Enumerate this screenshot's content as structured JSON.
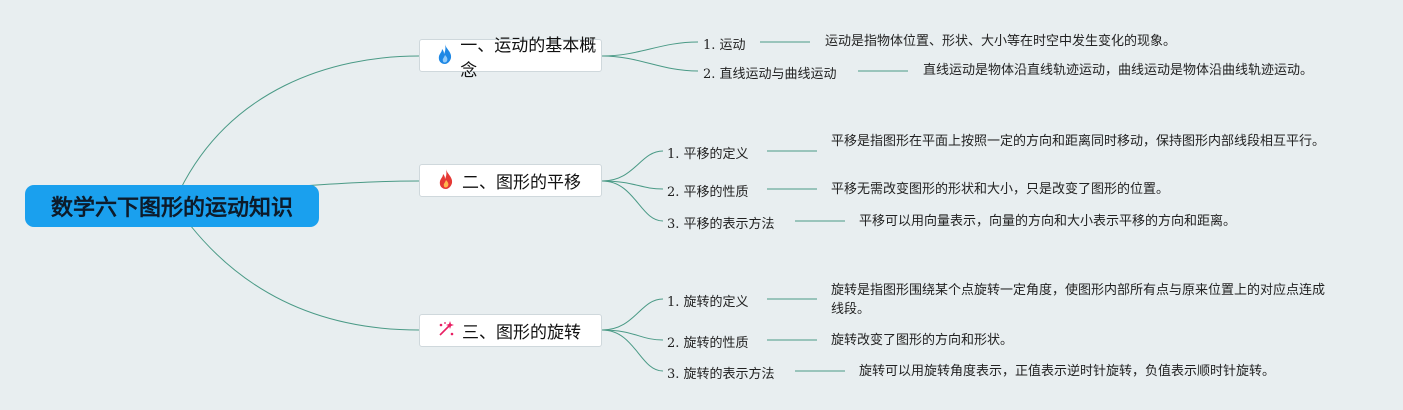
{
  "root": {
    "label": "数学六下图形的运动知识"
  },
  "branches": [
    {
      "icon": "blue-flame-icon",
      "label": "一、运动的基本概念",
      "items": [
        {
          "label": "1. 运动",
          "desc": "运动是指物体位置、形状、大小等在时空中发生变化的现象。"
        },
        {
          "label": "2. 直线运动与曲线运动",
          "desc": "直线运动是物体沿直线轨迹运动，曲线运动是物体沿曲线轨迹运动。"
        }
      ]
    },
    {
      "icon": "red-flame-icon",
      "label": "二、图形的平移",
      "items": [
        {
          "label": "1. 平移的定义",
          "desc": "平移是指图形在平面上按照一定的方向和距离同时移动，保持图形内部线段相互平行。"
        },
        {
          "label": "2. 平移的性质",
          "desc": "平移无需改变图形的形状和大小，只是改变了图形的位置。"
        },
        {
          "label": "3. 平移的表示方法",
          "desc": "平移可以用向量表示，向量的方向和大小表示平移的方向和距离。"
        }
      ]
    },
    {
      "icon": "sparkle-icon",
      "label": "三、图形的旋转",
      "items": [
        {
          "label": "1. 旋转的定义",
          "desc": "旋转是指图形围绕某个点旋转一定角度，使图形内部所有点与原来位置上的对应点连成线段。"
        },
        {
          "label": "2. 旋转的性质",
          "desc": "旋转改变了图形的方向和形状。"
        },
        {
          "label": "3. 旋转的表示方法",
          "desc": "旋转可以用旋转角度表示，正值表示逆时针旋转，负值表示顺时针旋转。"
        }
      ]
    }
  ],
  "colors": {
    "line": "#4a9a86",
    "root_bg": "#1aa0ee",
    "background": "#e8eef0"
  }
}
